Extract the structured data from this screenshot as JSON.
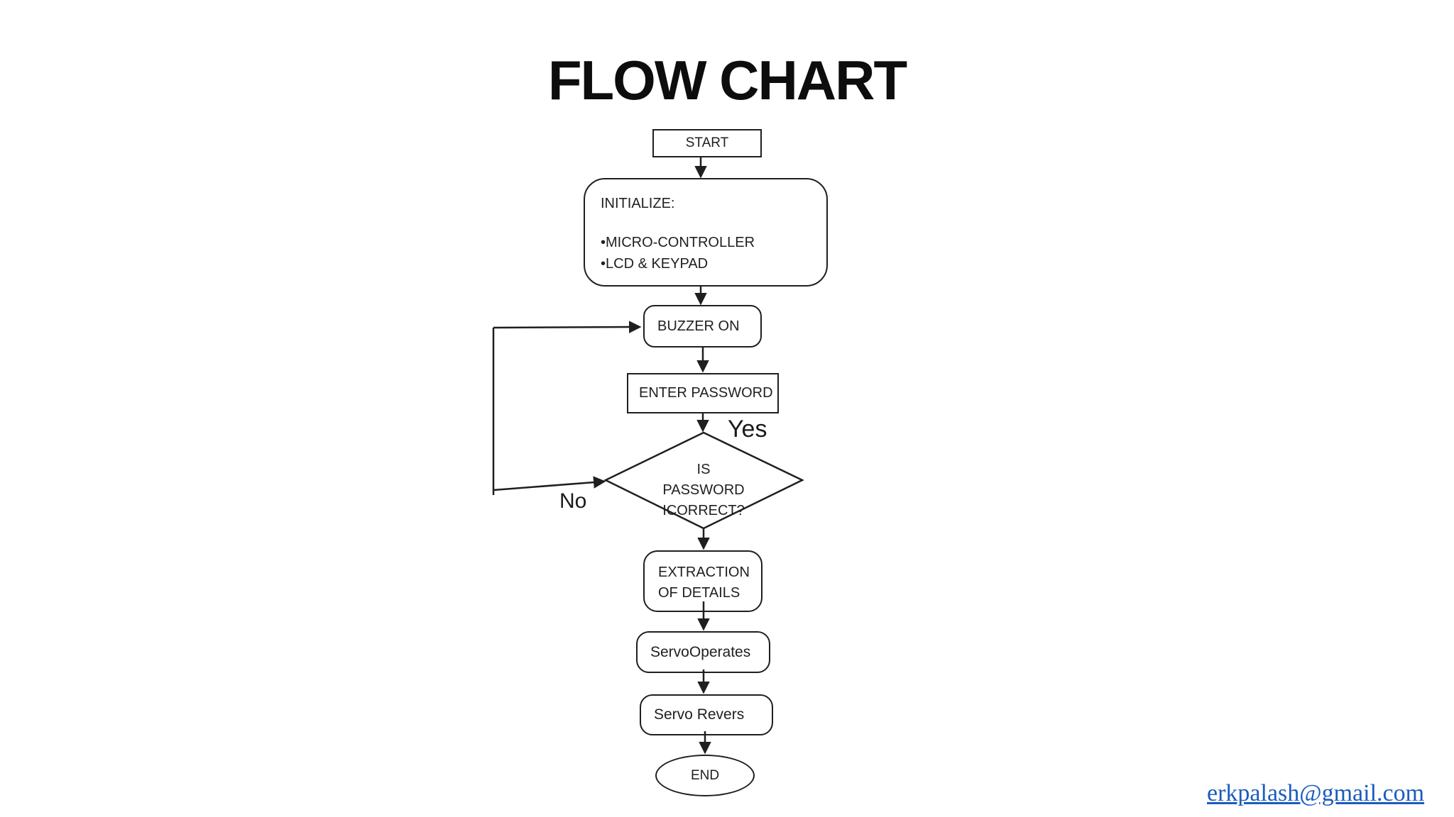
{
  "page": {
    "title": "FLOW CHART",
    "background_color": "#ffffff",
    "ink_color": "#1f1f1f"
  },
  "flowchart": {
    "nodes": {
      "start": {
        "label": "START",
        "shape": "rectangle"
      },
      "initialize": {
        "heading": "INITIALIZE:",
        "bullets": [
          "•MICRO-CONTROLLER",
          "•LCD & KEYPAD"
        ],
        "shape": "rounded-rectangle"
      },
      "buzzer_on": {
        "label": "BUZZER ON",
        "shape": "rounded-rectangle"
      },
      "enter_password": {
        "label": "ENTER PASSWORD",
        "shape": "rectangle"
      },
      "password_decision": {
        "lines": [
          "IS",
          "PASSWORD",
          "ICORRECT?"
        ],
        "shape": "diamond"
      },
      "extraction": {
        "lines": [
          "EXTRACTION",
          "OF DETAILS"
        ],
        "shape": "rounded-rectangle"
      },
      "servo_operates": {
        "label": "ServoOperates",
        "shape": "rounded-rectangle"
      },
      "servo_revers": {
        "label": "Servo Revers",
        "shape": "rounded-rectangle"
      },
      "end": {
        "label": "END",
        "shape": "ellipse"
      }
    },
    "edge_labels": {
      "yes": "Yes",
      "no": "No"
    },
    "edges": [
      {
        "from": "start",
        "to": "initialize"
      },
      {
        "from": "initialize",
        "to": "buzzer_on"
      },
      {
        "from": "buzzer_on",
        "to": "enter_password"
      },
      {
        "from": "enter_password",
        "to": "password_decision",
        "label": "Yes"
      },
      {
        "from": "password_decision",
        "to": "extraction"
      },
      {
        "from": "password_decision",
        "to": "buzzer_on",
        "label": "No"
      },
      {
        "from": "extraction",
        "to": "servo_operates"
      },
      {
        "from": "servo_operates",
        "to": "servo_revers"
      },
      {
        "from": "servo_revers",
        "to": "end"
      }
    ]
  },
  "footer": {
    "email": "erkpalash@gmail.com",
    "link_color": "#1b5cbe"
  }
}
